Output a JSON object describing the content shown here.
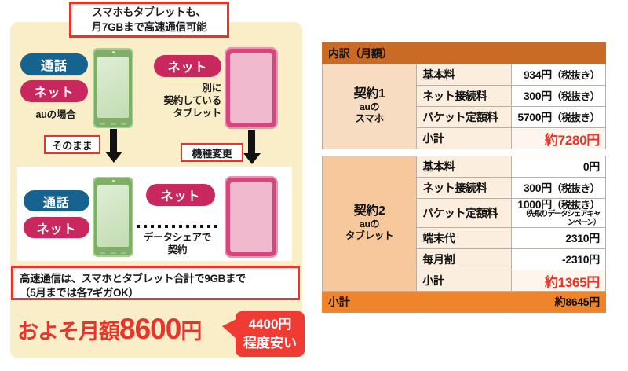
{
  "diagram": {
    "top_callout": [
      "スマホもタブレットも、",
      "月7GBまで高速通信可能"
    ],
    "before": {
      "phone": {
        "pill_call": "通話",
        "pill_net": "ネット",
        "caption": "auの場合"
      },
      "tablet": {
        "pill_net": "ネット",
        "caption_lines": [
          "別に",
          "契約している",
          "タブレット"
        ]
      }
    },
    "transition": {
      "phone_label": "そのまま",
      "tablet_label": "機種変更"
    },
    "after": {
      "phone": {
        "pill_call": "通話",
        "pill_net": "ネット"
      },
      "tablet": {
        "pill_net": "ネット"
      },
      "share_caption": [
        "データシェアで",
        "契約"
      ]
    },
    "note": [
      "高速通信は、スマホとタブレット合計で9GBまで",
      "（5月までは各7ギガOK）"
    ],
    "total": {
      "prefix": "およそ月額",
      "amount": "8600",
      "unit": "円"
    },
    "badge": [
      "4400円",
      "程度安い"
    ]
  },
  "table": {
    "header": "内訳（月額）",
    "groups": [
      {
        "name": "契約1",
        "sub1": "auの",
        "sub2": "スマホ",
        "rows": [
          {
            "label": "基本料",
            "value": "934円",
            "tax": "（税抜き）",
            "note": "",
            "highlight": false
          },
          {
            "label": "ネット接続料",
            "value": "300円",
            "tax": "（税抜き）",
            "note": "",
            "highlight": false
          },
          {
            "label": "パケット定額料",
            "value": "5700円",
            "tax": "（税抜き）",
            "note": "",
            "highlight": false
          },
          {
            "label": "小計",
            "value": "約7280円",
            "tax": "",
            "note": "",
            "highlight": true
          }
        ]
      },
      {
        "name": "契約2",
        "sub1": "auの",
        "sub2": "タブレット",
        "rows": [
          {
            "label": "基本料",
            "value": "0円",
            "tax": "",
            "note": "",
            "highlight": false
          },
          {
            "label": "ネット接続料",
            "value": "300円",
            "tax": "（税抜き）",
            "note": "",
            "highlight": false
          },
          {
            "label": "パケット定額料",
            "value": "1000円",
            "tax": "（税抜き）",
            "note": "（先取りデータシェアキャンペーン）",
            "highlight": false
          },
          {
            "label": "端末代",
            "value": "2310円",
            "tax": "",
            "note": "",
            "highlight": false
          },
          {
            "label": "毎月割",
            "value": "-2310円",
            "tax": "",
            "note": "",
            "highlight": false
          },
          {
            "label": "小計",
            "value": "約1365円",
            "tax": "",
            "note": "",
            "highlight": true
          }
        ]
      }
    ],
    "footer": {
      "label": "小計",
      "value": "約8645円"
    }
  },
  "colors": {
    "beige": "#faeec8",
    "red": "#e8352b",
    "blue_pill": "#16638f",
    "pink_pill": "#c9285e",
    "orange_header": "#c96a26",
    "orange_footer": "#f0842a"
  }
}
